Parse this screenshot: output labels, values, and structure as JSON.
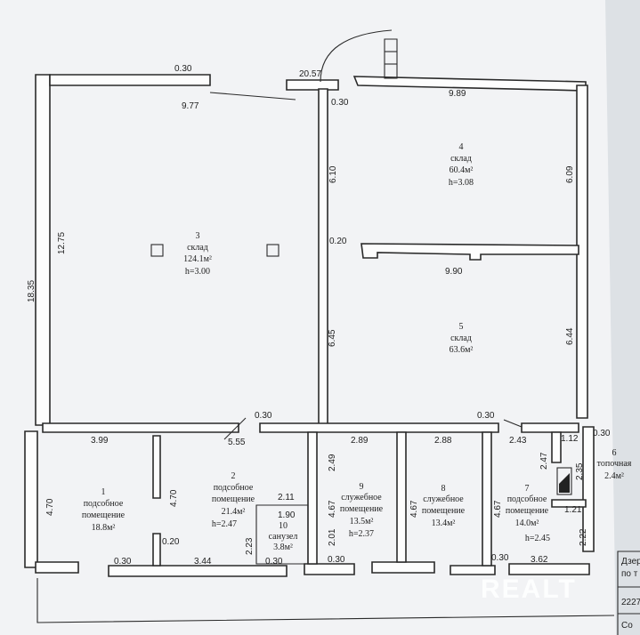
{
  "dimensions": [
    {
      "id": "d-030-top",
      "text": "0.30"
    },
    {
      "id": "d-977",
      "text": "9.77"
    },
    {
      "id": "d-2057",
      "text": "20.57"
    },
    {
      "id": "d-030-b",
      "text": "0.30"
    },
    {
      "id": "d-989",
      "text": "9.89"
    },
    {
      "id": "d-1275",
      "text": "12.75"
    },
    {
      "id": "d-1835",
      "text": "18.35"
    },
    {
      "id": "d-610",
      "text": "6.10"
    },
    {
      "id": "d-020-a",
      "text": "0.20"
    },
    {
      "id": "d-609",
      "text": "6.09"
    },
    {
      "id": "d-990",
      "text": "9.90"
    },
    {
      "id": "d-645",
      "text": "6.45"
    },
    {
      "id": "d-644",
      "text": "6.44"
    },
    {
      "id": "d-030-c",
      "text": "0.30"
    },
    {
      "id": "d-030-d",
      "text": "0.30"
    },
    {
      "id": "d-030-e",
      "text": "0.30"
    },
    {
      "id": "d-399",
      "text": "3.99"
    },
    {
      "id": "d-555",
      "text": "5.55"
    },
    {
      "id": "d-289",
      "text": "2.89"
    },
    {
      "id": "d-288",
      "text": "2.88"
    },
    {
      "id": "d-243",
      "text": "2.43"
    },
    {
      "id": "d-112",
      "text": "1.12"
    },
    {
      "id": "d-470-a",
      "text": "4.70"
    },
    {
      "id": "d-470-b",
      "text": "4.70"
    },
    {
      "id": "d-249",
      "text": "2.49"
    },
    {
      "id": "d-247",
      "text": "2.47"
    },
    {
      "id": "d-235",
      "text": "2.35"
    },
    {
      "id": "d-211",
      "text": "2.11"
    },
    {
      "id": "d-190",
      "text": "1.90"
    },
    {
      "id": "d-223",
      "text": "2.23"
    },
    {
      "id": "d-201",
      "text": "2.01"
    },
    {
      "id": "d-467-a",
      "text": "4.67"
    },
    {
      "id": "d-467-b",
      "text": "4.67"
    },
    {
      "id": "d-467-c",
      "text": "4.67"
    },
    {
      "id": "d-121",
      "text": "1.21"
    },
    {
      "id": "d-222",
      "text": "2.22"
    },
    {
      "id": "d-020-b",
      "text": "0.20"
    },
    {
      "id": "d-030-f",
      "text": "0.30"
    },
    {
      "id": "d-344",
      "text": "3.44"
    },
    {
      "id": "d-030-g",
      "text": "0.30"
    },
    {
      "id": "d-030-h",
      "text": "0.30"
    },
    {
      "id": "d-030-i",
      "text": "0.30"
    },
    {
      "id": "d-362",
      "text": "3.62"
    }
  ],
  "rooms": {
    "r3": {
      "num": "3",
      "name": "склад",
      "area": "124.1м²",
      "height": "h=3.00"
    },
    "r4": {
      "num": "4",
      "name": "склад",
      "area": "60.4м²",
      "height": "h=3.08"
    },
    "r5": {
      "num": "5",
      "name": "склад",
      "area": "63.6м²"
    },
    "r1": {
      "num": "1",
      "name1": "подсобное",
      "name2": "помещение",
      "area": "18.8м²"
    },
    "r2": {
      "num": "2",
      "name1": "подсобное",
      "name2": "помещение",
      "area": "21.4м²",
      "height": "h=2.47"
    },
    "r10": {
      "num": "10",
      "name": "санузел",
      "area": "3.8м²"
    },
    "r9": {
      "num": "9",
      "name1": "служебное",
      "name2": "помещение",
      "area": "13.5м²",
      "height": "h=2.37"
    },
    "r8": {
      "num": "8",
      "name1": "служебное",
      "name2": "помещение",
      "area": "13.4м²"
    },
    "r7": {
      "num": "7",
      "name1": "подсобное",
      "name2": "помещение",
      "area": "14.0м²",
      "height": "h=2.45"
    },
    "r6": {
      "num": "6",
      "name1": "топочная",
      "area": "2.4м²"
    }
  },
  "edge_text": {
    "t1": "Дзер",
    "t2": "по т",
    "t3": "2227",
    "t4": "Со"
  },
  "watermark": "REALT"
}
